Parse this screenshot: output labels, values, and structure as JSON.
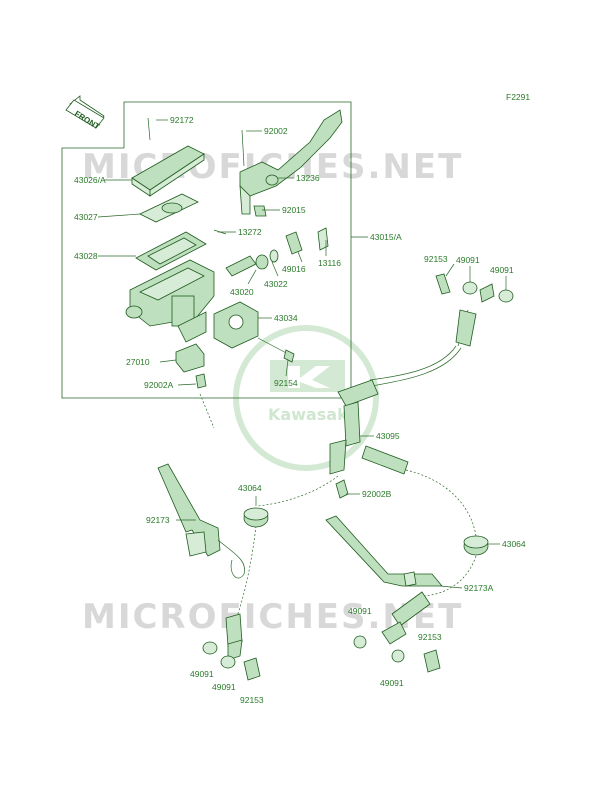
{
  "diagram_code": "F2291",
  "front_label": "FRONT",
  "watermark_text": "MICROFICHES.NET",
  "logo_text": "Kawasaki",
  "colors": {
    "line": "#2a6a2a",
    "part_fill": "#bfe0bf",
    "text": "#2a7a2a",
    "watermark": "#d8d8d8"
  },
  "labels": [
    "92172",
    "92002",
    "43026/A",
    "13236",
    "43027",
    "92015",
    "43015/A",
    "43028",
    "13272",
    "13116",
    "49016",
    "43022",
    "43020",
    "92153",
    "49091",
    "49091",
    "43034",
    "27010",
    "92154",
    "92002A",
    "43095",
    "43064",
    "92002B",
    "92173",
    "43064",
    "92173A",
    "49091",
    "92153",
    "49091",
    "49091",
    "49091",
    "92153"
  ]
}
